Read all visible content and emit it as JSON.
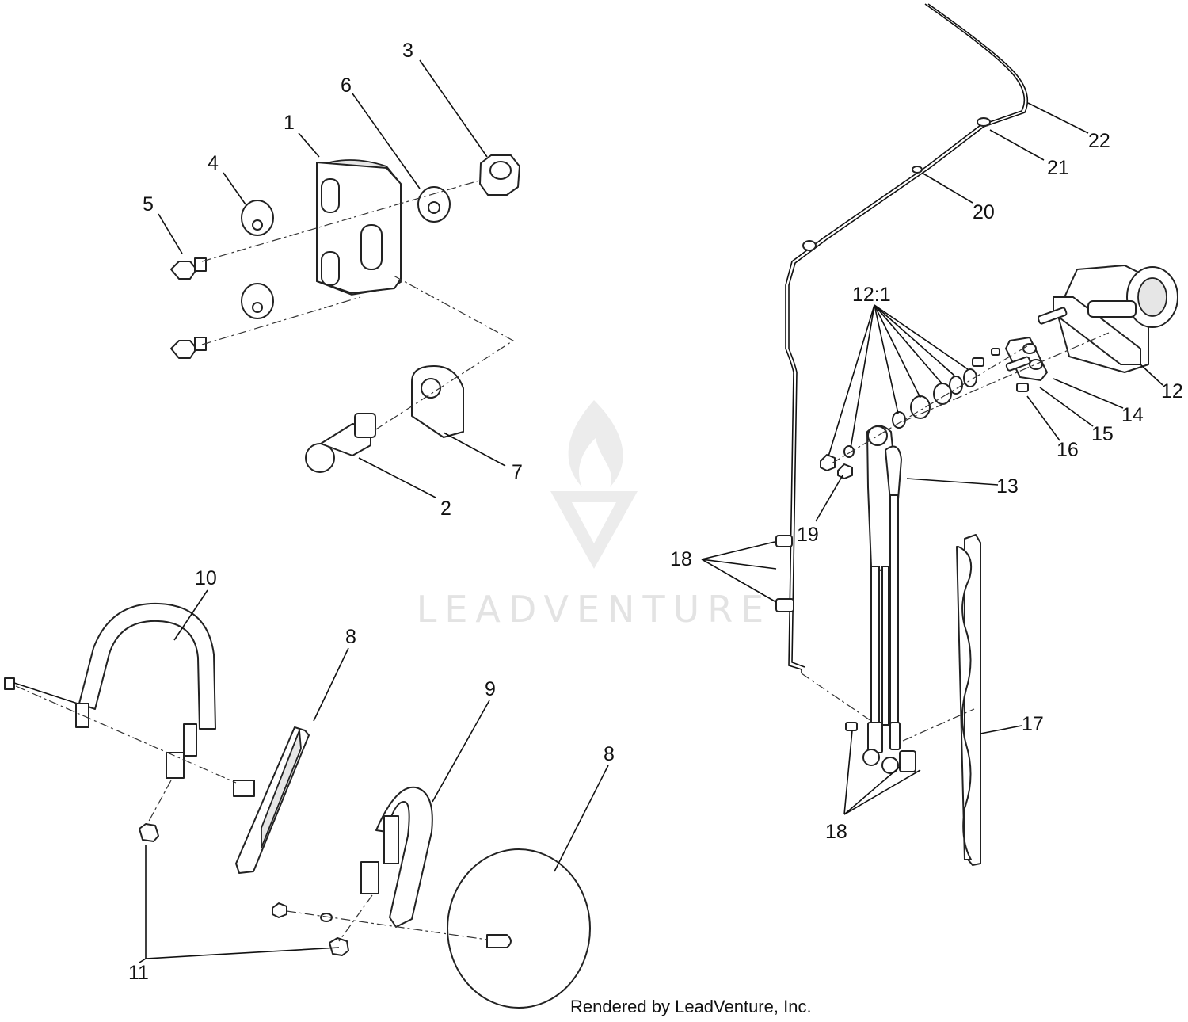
{
  "callouts": {
    "c1": "1",
    "c2": "2",
    "c3": "3",
    "c4": "4",
    "c5": "5",
    "c6": "6",
    "c7": "7",
    "c8a": "8",
    "c8b": "8",
    "c9": "9",
    "c10": "10",
    "c11": "11",
    "c12": "12",
    "c12_1": "12:1",
    "c13": "13",
    "c14": "14",
    "c15": "15",
    "c16": "16",
    "c17": "17",
    "c18a": "18",
    "c18b": "18",
    "c19": "19",
    "c20": "20",
    "c21": "21",
    "c22": "22"
  },
  "watermark": {
    "text": "LEADVENTURE"
  },
  "footer": {
    "text": "Rendered by LeadVenture, Inc."
  }
}
